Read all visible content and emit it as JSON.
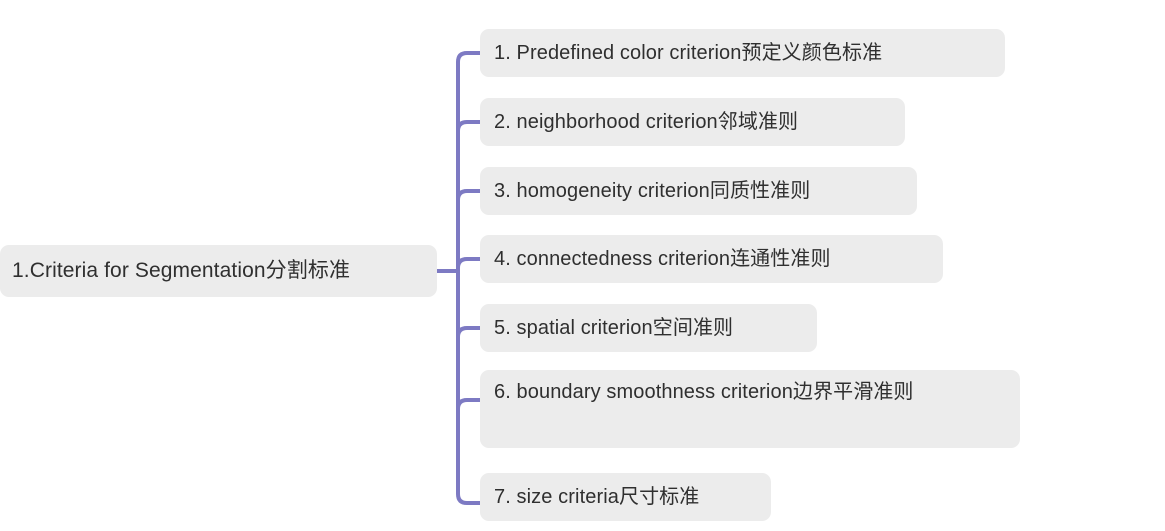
{
  "diagram": {
    "type": "mind-map",
    "title": "1.Criteria for Segmentation分割标准",
    "background_color": "#ffffff",
    "node_fill_color": "#ececec",
    "connector_color": "#7d7ac3",
    "text_color": "#2f2f2f",
    "root": {
      "label": "1.Criteria for Segmentation分割标准"
    },
    "branches": [
      {
        "index": "1",
        "label": "1. Predefined color criterion预定义颜色标准"
      },
      {
        "index": "2",
        "label": "2. neighborhood criterion邻域准则"
      },
      {
        "index": "3",
        "label": "3. homogeneity criterion同质性准则"
      },
      {
        "index": "4",
        "label": "4. connectedness criterion连通性准则"
      },
      {
        "index": "5",
        "label": "5. spatial criterion空间准则"
      },
      {
        "index": "6",
        "label": "6. boundary smoothness criterion边界平滑准则"
      },
      {
        "index": "7",
        "label": "7. size criteria尺寸标准"
      }
    ]
  }
}
